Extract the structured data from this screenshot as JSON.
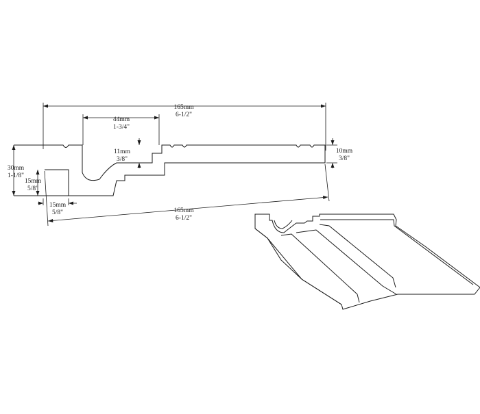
{
  "dimensions": {
    "overall_width": {
      "metric": "165mm",
      "imperial": "6-1/2\""
    },
    "top_section": {
      "metric": "44mm",
      "imperial": "1-3/4\""
    },
    "step_depth": {
      "metric": "11mm",
      "imperial": "3/8\""
    },
    "edge_thickness": {
      "metric": "10mm",
      "imperial": "3/8\""
    },
    "total_height": {
      "metric": "30mm",
      "imperial": "1-1/8\""
    },
    "lip_height": {
      "metric": "15mm",
      "imperial": "5/8\""
    },
    "lip_width": {
      "metric": "15mm",
      "imperial": "5/8\""
    },
    "diagonal_width": {
      "metric": "165mm",
      "imperial": "6-1/2\""
    }
  }
}
